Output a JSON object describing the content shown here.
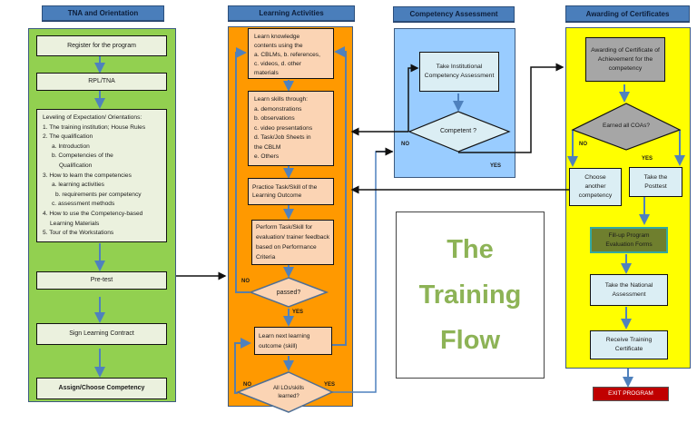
{
  "lanes": {
    "tna": {
      "header": "TNA and Orientation",
      "steps": {
        "register": "Register for the program",
        "rpl": "RPL/TNA",
        "pretest": "Pre-test",
        "contract": "Sign Learning Contract",
        "assign": "Assign/Choose Competency"
      },
      "orientation": {
        "title": "Leveling of Expectation/ Orientations:",
        "items": [
          "1. The training institution; House Rules",
          "2. The qualification",
          "a. Introduction",
          "b. Competencies of the",
          "Qualification",
          "3. How to learn the competencies",
          "a. learning activities",
          "b. requirements per competency",
          "c. assessment methods",
          "4. How to use the Competency-based",
          "Learning Materials",
          "5. Tour of the Workstations"
        ]
      }
    },
    "learning": {
      "header": "Learning Activities",
      "knowledge": [
        "Learn knowledge",
        "contents using the",
        "a. CBLMs, b. references,",
        "c. videos, d. other",
        "materials"
      ],
      "skills": [
        "Learn skills through:",
        "a. demonstrations",
        "b. observations",
        "c. video presentations",
        "d. Task/Job Sheets in",
        "the CBLM",
        "e. Others"
      ],
      "practice": "Practice Task/Skill of the Learning Outcome",
      "perform": "Perform Task/Skill for evaluation/ trainer feedback based on Performance Criteria",
      "passed": "passed?",
      "passed_no": "NO",
      "passed_yes": "YES",
      "next": "Learn next learning outcome (skill)",
      "all_learned": "All LOs/skills learned?",
      "all_no": "NO",
      "all_yes": "YES"
    },
    "assessment": {
      "header": "Competency Assessment",
      "take": "Take Institutional Competency Assessment",
      "competent": "Competent ?",
      "no": "NO",
      "yes": "YES"
    },
    "certificates": {
      "header": "Awarding of Certificates",
      "award": "Awarding of Certificate of Achievement for the competency",
      "earned": "Earned all COAs?",
      "no": "NO",
      "yes": "YES",
      "choose": "Choose another competency",
      "posttest": "Take the Posttest",
      "evaluation": "Fill-up Program Evaluation Forms",
      "national": "Take the National Assessment",
      "receive": "Receive Training Certificate",
      "exit": "EXIT PROGRAM"
    }
  },
  "title_panel": {
    "line1": "The",
    "line2": "Training",
    "line3": "Flow"
  },
  "colors": {
    "tna_lane": "#92d050",
    "learning_lane": "#ff9900",
    "assessment_lane": "#99ccff",
    "certificates_lane": "#ffff00",
    "header": "#4a7ebb",
    "title_text": "#8db356",
    "exit": "#c00000"
  }
}
